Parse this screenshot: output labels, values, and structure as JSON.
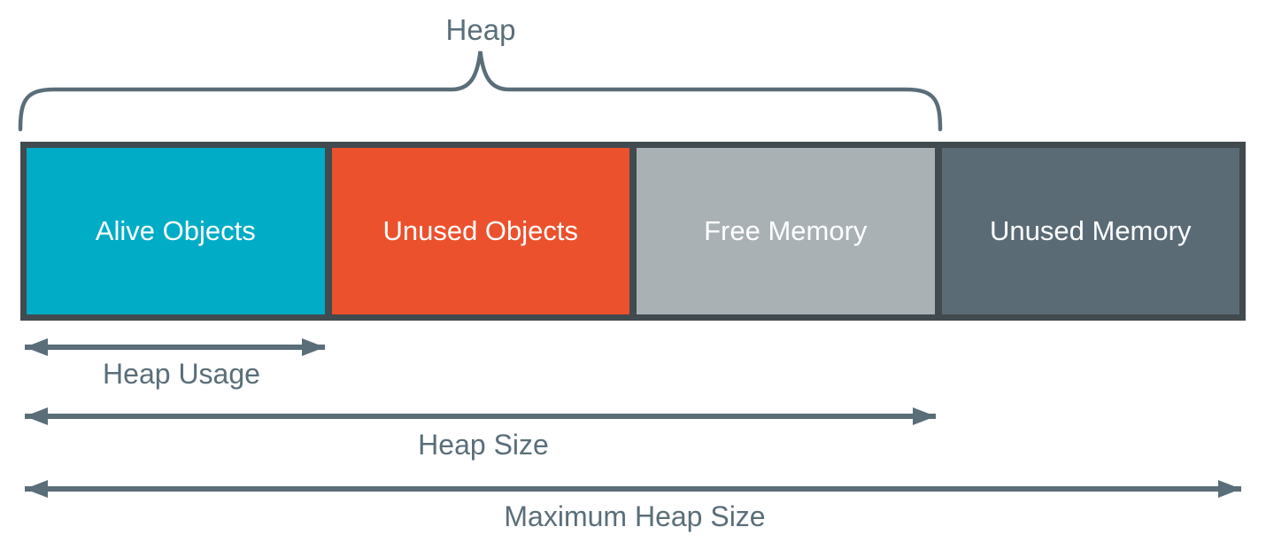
{
  "colors": {
    "background": "#ffffff",
    "slate": "#5a6e79",
    "border": "#414a4f",
    "segment-text": "#ffffff"
  },
  "heap": {
    "brace_label": "Heap"
  },
  "bar": {
    "segments": [
      {
        "label": "Alive Objects",
        "color": "#00acc6"
      },
      {
        "label": "Unused Objects",
        "color": "#ec512d"
      },
      {
        "label": "Free Memory",
        "color": "#a9b1b4"
      },
      {
        "label": "Unused Memory",
        "color": "#5a6b76"
      }
    ]
  },
  "measures": [
    {
      "label": "Heap Usage"
    },
    {
      "label": "Heap Size"
    },
    {
      "label": "Maximum Heap Size"
    }
  ]
}
